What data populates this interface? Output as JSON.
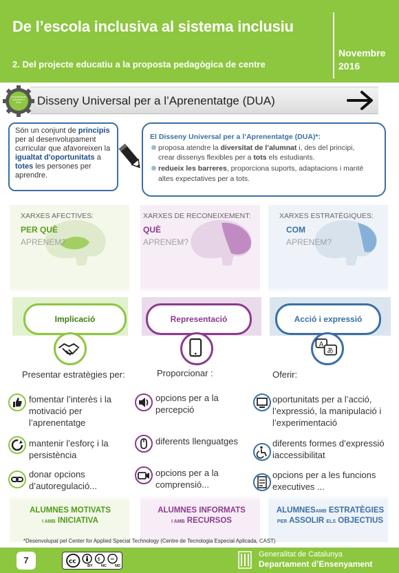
{
  "header": {
    "title": "De l’escola inclusiva al sistema inclusiu",
    "subtitle": "2. Del projecte educatiu a la proposta pedagògica de centre",
    "date_line1": "Novembre",
    "date_line2": "2016"
  },
  "section": {
    "gear_text": "Les pràctiques inclusives a l'aula",
    "title": "Disseny Universal per a l’Aprenentatge (DUA)"
  },
  "intro_left": {
    "p1": "Són un conjunt de ",
    "b1": "principis",
    "p2": " per al desenvolupament curricular que afavoreixen la ",
    "b2": "igualtat d'oportunitats",
    "p3": " a ",
    "b3": "totes",
    "p4": " les persones per aprendre."
  },
  "intro_right": {
    "title": "El Disseny Universal per a l’Aprenentatge (DUA)*:",
    "b1_pre": "proposa atendre la ",
    "b1_bold": "diversitat de l’alumnat",
    "b1_post": " i, des del principi,",
    "b1_line2_pre": "crear dissenys flexibles per a ",
    "b1_line2_bold": "tots",
    "b1_line2_post": " els estudiants.",
    "b2_bold": "redueix les barreres",
    "b2_post": ", proporciona suports, adaptacions i  manté",
    "b2_line2": "altes expectatives per a tots."
  },
  "columns": [
    {
      "network": "XARXES AFECTIVES:",
      "q1": "PER QUÈ",
      "q2": "APRENEM?",
      "principle": "Implicació",
      "principle_icon": "handshake-icon",
      "lead": "Presentar estratègies per:",
      "items": [
        {
          "icon": "thumbs-up-icon",
          "text": "fomentar l’interès i la motivació per l’aprenentatge"
        },
        {
          "icon": "refresh-icon",
          "text": "mantenir l’esforç i la persistència"
        },
        {
          "icon": "link-icon",
          "text": "donar opcions d’autoregulació..."
        }
      ],
      "footer_line1": "ALUMNES MOTIVATS",
      "footer_small": "I AMB",
      "footer_line2": "INICIATIVA",
      "color": "#8dc63f",
      "text_color": "#5a9e1e"
    },
    {
      "network": "XARXES DE RECONEIXEMENT:",
      "q1": "QUÈ",
      "q2": "APRENEM?",
      "principle": "Representació",
      "principle_icon": "tablet-icon",
      "lead": "Proporcionar :",
      "items": [
        {
          "icon": "speaker-icon",
          "text": "opcions per a la percepció"
        },
        {
          "icon": "mouse-icon",
          "text": "diferents llenguatges"
        },
        {
          "icon": "video-camera-icon",
          "text": "opcions per a la comprensió..."
        }
      ],
      "footer_line1": "ALUMNES INFORMATS",
      "footer_small": "I AMB",
      "footer_line2": "RECURSOS",
      "color": "#8b3a8e",
      "text_color": "#8b3a8e"
    },
    {
      "network": "XARXES ESTRATÈGIQUES:",
      "q1": "COM",
      "q2": "APRENEM?",
      "principle": "Acció i expressió",
      "principle_icon": "translate-icon",
      "lead": "Oferir:",
      "items": [
        {
          "icon": "monitor-icon",
          "text": "oportunitats per a l’acció, l’expressió, la manipulació i l’experimentació"
        },
        {
          "icon": "accessibility-icon",
          "text": "diferents formes d’expressió iaccessibilitat"
        },
        {
          "icon": "checklist-icon",
          "text": "opcions per a les funcions executives ..."
        }
      ],
      "footer_line1a": "ALUMNES",
      "footer_small1": "AMB",
      "footer_line1b": "ESTRATÈGIES",
      "footer_small2a": "PER",
      "footer_line2a": "ASSOLIR",
      "footer_small2b": "ELS",
      "footer_line2b": "OBJECTIUS",
      "color": "#3a6ea5",
      "text_color": "#3a6ea5"
    }
  ],
  "footnote": "*Desenvolupat  pel Center for Applied Special Technology (Centre de Tecnologia Especial Aplicada, CAST)",
  "bottom": {
    "page": "7",
    "cc_labels": [
      "BY",
      "NC",
      "ND"
    ],
    "gen_line1": "Generalitat de Catalunya",
    "gen_line2": "Departament d’Ensenyament"
  }
}
